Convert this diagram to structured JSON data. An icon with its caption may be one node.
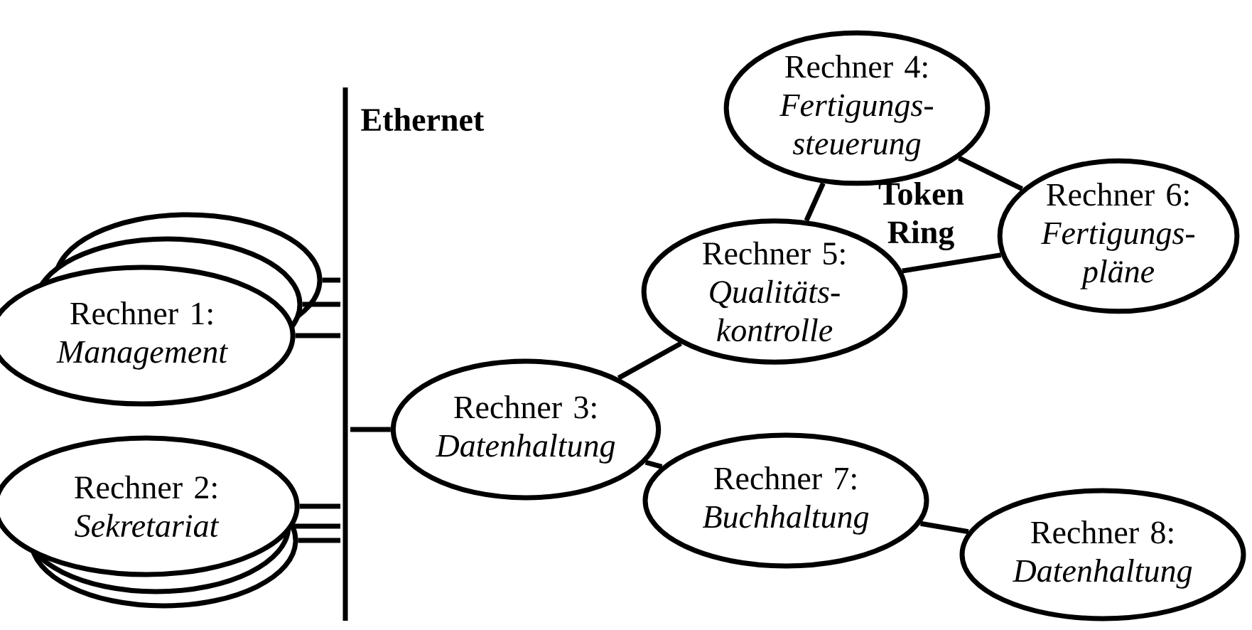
{
  "diagram": {
    "nodes": [
      {
        "text": [
          "Ethernet"
        ]
      },
      {
        "text": [
          "Rechner 1:",
          "Management"
        ]
      },
      {
        "text": [
          "Rechner 2:",
          "Sekretariat"
        ]
      },
      {
        "text": [
          "Rechner 3:",
          "Datenhaltung"
        ]
      },
      {
        "text": [
          "Rechner 4:",
          "Fertigungs- steuerung"
        ]
      },
      {
        "text": [
          "Rechner 5:",
          "Qualitäts- kontrolle"
        ]
      },
      {
        "text": [
          "Rechner 6:",
          "Fertigungs- pläne"
        ]
      },
      {
        "text": [
          "Rechner 7:",
          "Buchhaltung"
        ]
      },
      {
        "text": [
          "Rechner 8:",
          "Datenhaltung"
        ]
      }
    ],
    "edges": [
      {
        "from": 1,
        "to": 0,
        "arrow": "none"
      },
      {
        "from": 1,
        "to": 0,
        "arrow": "none"
      },
      {
        "from": 1,
        "to": 0,
        "arrow": "none"
      },
      {
        "from": 2,
        "to": 0,
        "arrow": "none"
      },
      {
        "from": 2,
        "to": 0,
        "arrow": "none"
      },
      {
        "from": 2,
        "to": 0,
        "arrow": "none"
      },
      {
        "from": 3,
        "to": 0,
        "arrow": "none"
      },
      {
        "from": 3,
        "to": 5,
        "arrow": "none"
      },
      {
        "from": 4,
        "to": 5,
        "arrow": "none"
      },
      {
        "from": 4,
        "to": 6,
        "arrow": "none"
      },
      {
        "from": 5,
        "to": 6,
        "arrow": "none"
      },
      {
        "from": 3,
        "to": 7,
        "arrow": "none"
      },
      {
        "from": 7,
        "to": 8,
        "arrow": "none"
      }
    ],
    "labels": [
      "Token Ring"
    ]
  }
}
